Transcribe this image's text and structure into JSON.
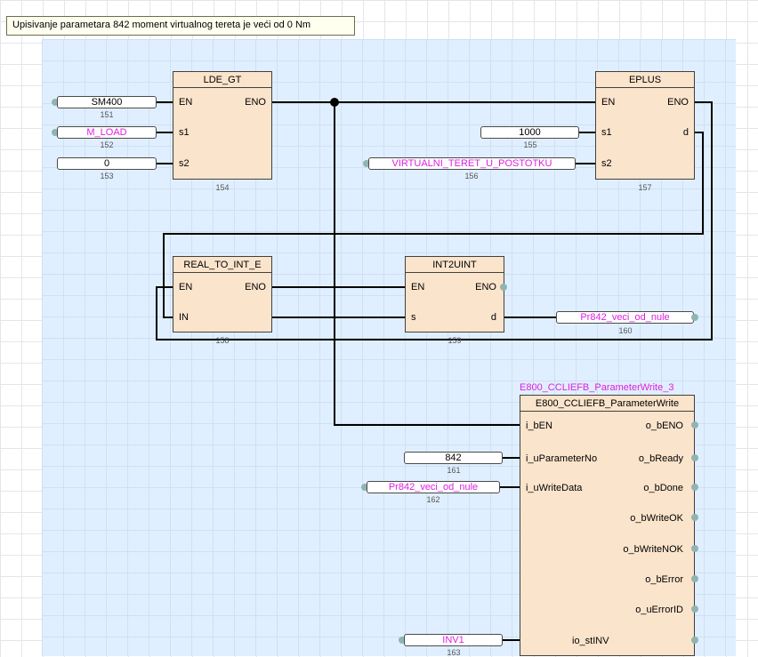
{
  "comment": "Upisivanje parametara 842 moment virtualnog tereta je veći od 0 Nm",
  "blocks": {
    "lde_gt": {
      "title": "LDE_GT",
      "pins_in": [
        "EN",
        "s1",
        "s2"
      ],
      "pins_out": [
        "ENO"
      ],
      "number": "154"
    },
    "eplus": {
      "title": "EPLUS",
      "pins_in": [
        "EN",
        "s1",
        "s2"
      ],
      "pins_out": [
        "ENO",
        "d"
      ],
      "number": "157"
    },
    "real_to_int": {
      "title": "REAL_TO_INT_E",
      "pins_in": [
        "EN",
        "IN"
      ],
      "pins_out": [
        "ENO"
      ],
      "number": "158"
    },
    "int2uint": {
      "title": "INT2UINT",
      "pins_in": [
        "EN",
        "s"
      ],
      "pins_out": [
        "ENO",
        "d"
      ],
      "number": "159"
    },
    "param_write": {
      "instance": "E800_CCLIEFB_ParameterWrite_3",
      "title": "E800_CCLIEFB_ParameterWrite",
      "pins_in": [
        "i_bEN",
        "i_uParameterNo",
        "i_uWriteData"
      ],
      "pins_out": [
        "o_bENO",
        "o_bReady",
        "o_bDone",
        "o_bWriteOK",
        "o_bWriteNOK",
        "o_bError",
        "o_uErrorID"
      ],
      "io_pin": "io_stINV"
    }
  },
  "variables": {
    "sm400": {
      "label": "SM400",
      "number": "151"
    },
    "m_load": {
      "label": "M_LOAD",
      "number": "152"
    },
    "zero": {
      "label": "0",
      "number": "153"
    },
    "c1000": {
      "label": "1000",
      "number": "155"
    },
    "virt": {
      "label": "VIRTUALNI_TERET_U_POSTOTKU",
      "number": "156"
    },
    "pr842_out": {
      "label": "Pr842_veci_od_nule",
      "number": "160"
    },
    "c842": {
      "label": "842",
      "number": "161"
    },
    "pr842_in": {
      "label": "Pr842_veci_od_nule",
      "number": "162"
    },
    "inv1": {
      "label": "INV1",
      "number": "163"
    }
  },
  "colors": {
    "zone": "#e0efff",
    "block": "#fbe4cc",
    "variable_text": "#e01ee0",
    "connector": "#8fb5b0"
  }
}
